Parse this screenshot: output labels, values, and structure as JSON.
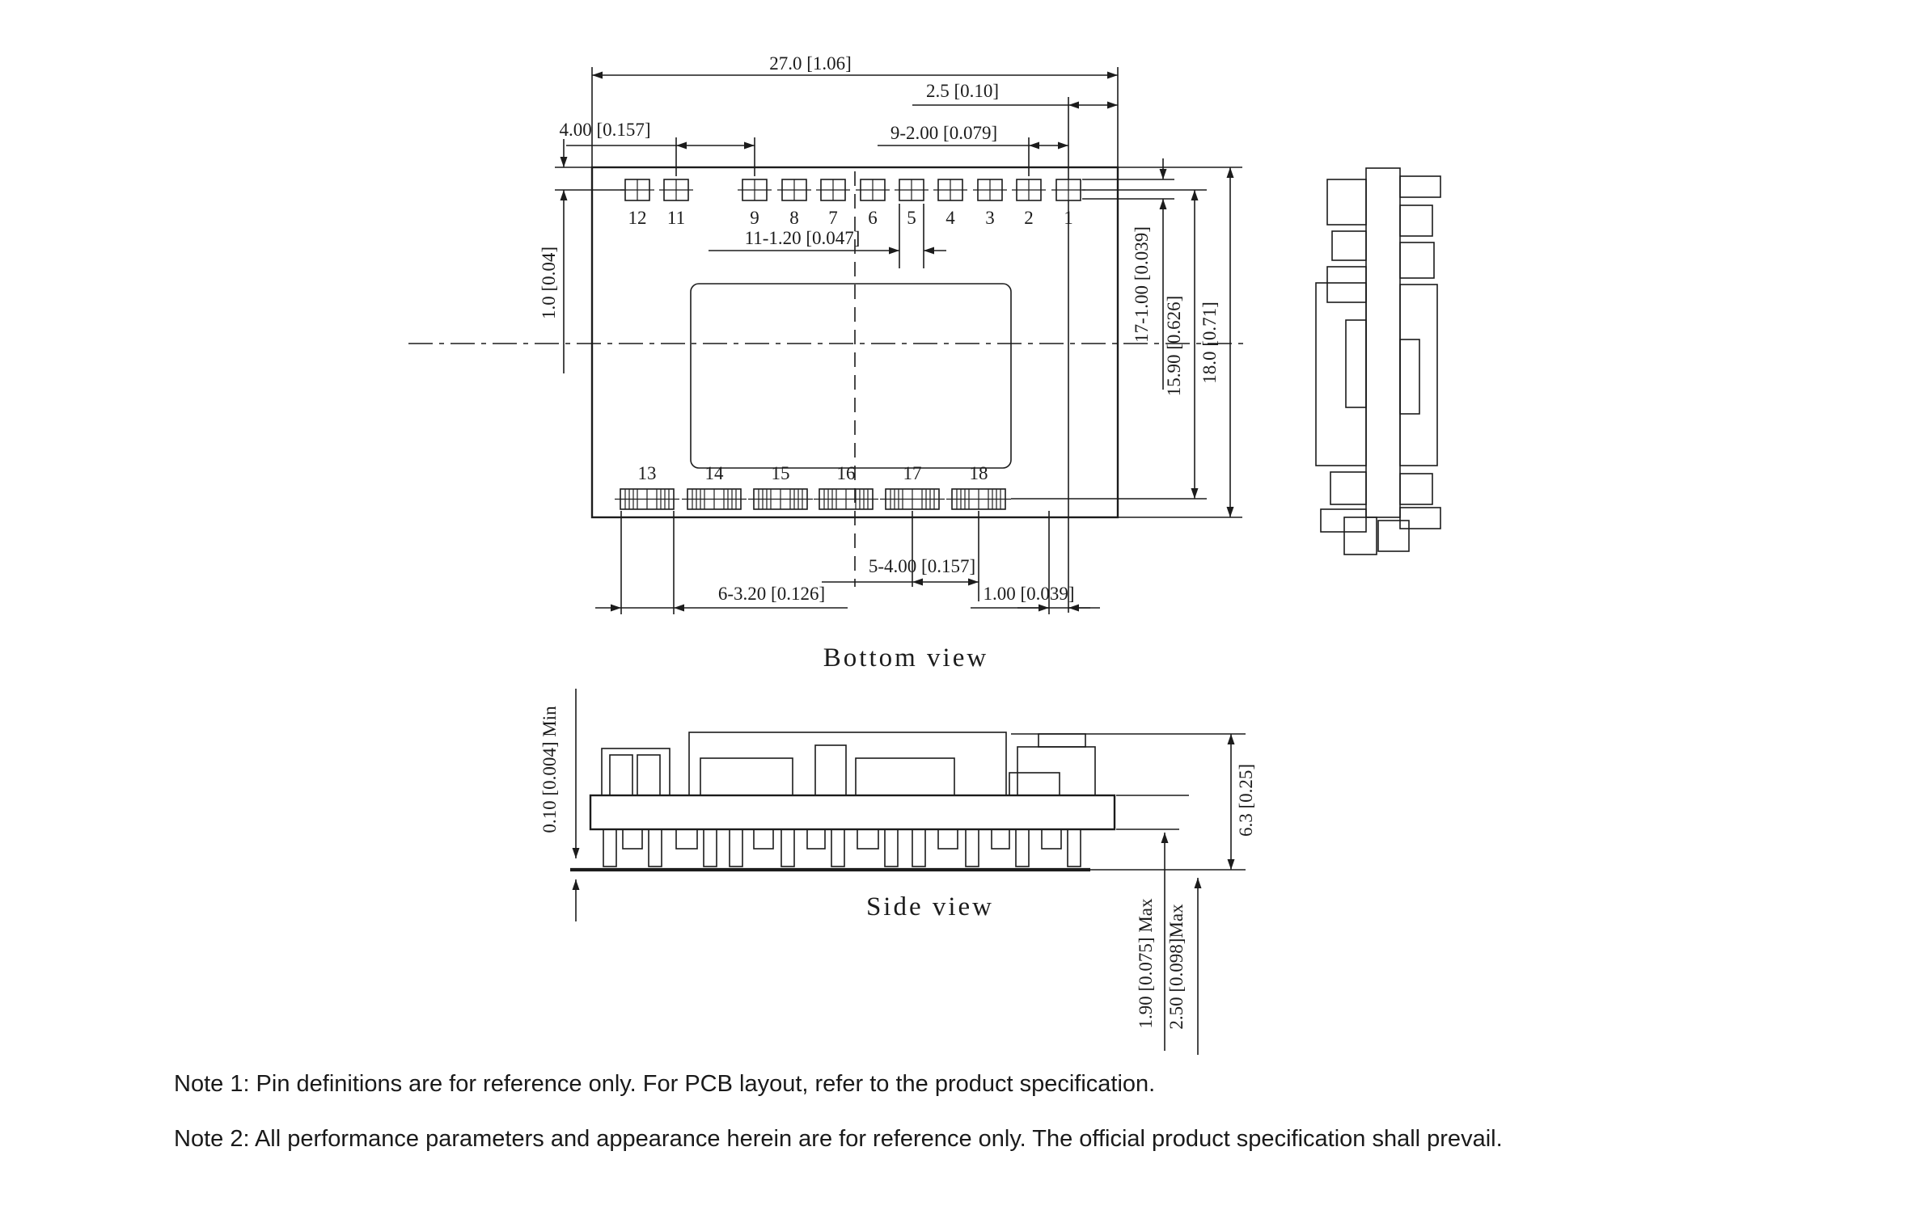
{
  "bottom_view": {
    "title": "Bottom view",
    "dim_overall_width": "27.0 [1.06]",
    "dim_pin1_edge": "2.5 [0.10]",
    "dim_top_pitch": "9-2.00 [0.079]",
    "dim_skip_pitch": "4.00 [0.157]",
    "dim_pad_width": "11-1.20 [0.047]",
    "dim_edge_pad": "1.0 [0.04]",
    "dim_pad_height": "17-1.00 [0.039]",
    "dim_pad_span": "15.90 [0.626]",
    "dim_overall_depth": "18.0 [0.71]",
    "dim_bottom_pitch": "5-4.00 [0.157]",
    "dim_bottom_pad": "6-3.20 [0.126]",
    "dim_offset": "1.00 [0.039]",
    "top_pin_labels": [
      "12",
      "11",
      "9",
      "8",
      "7",
      "6",
      "5",
      "4",
      "3",
      "2",
      "1"
    ],
    "bottom_pin_labels": [
      "13",
      "14",
      "15",
      "16",
      "17",
      "18"
    ]
  },
  "side_view": {
    "title": "Side view",
    "dim_standoff": "0.10 [0.004] Min",
    "dim_height": "6.3 [0.25]",
    "dim_pin_len_1": "1.90 [0.075] Max",
    "dim_pin_len_2": "2.50 [0.098]Max"
  },
  "notes": [
    "Note 1: Pin definitions are for reference only. For PCB layout, refer to the product specification.",
    "Note 2: All performance parameters and appearance herein are for reference only. The official product specification shall prevail."
  ],
  "colors": {
    "line": "#1c1c1c",
    "background": "#ffffff"
  }
}
